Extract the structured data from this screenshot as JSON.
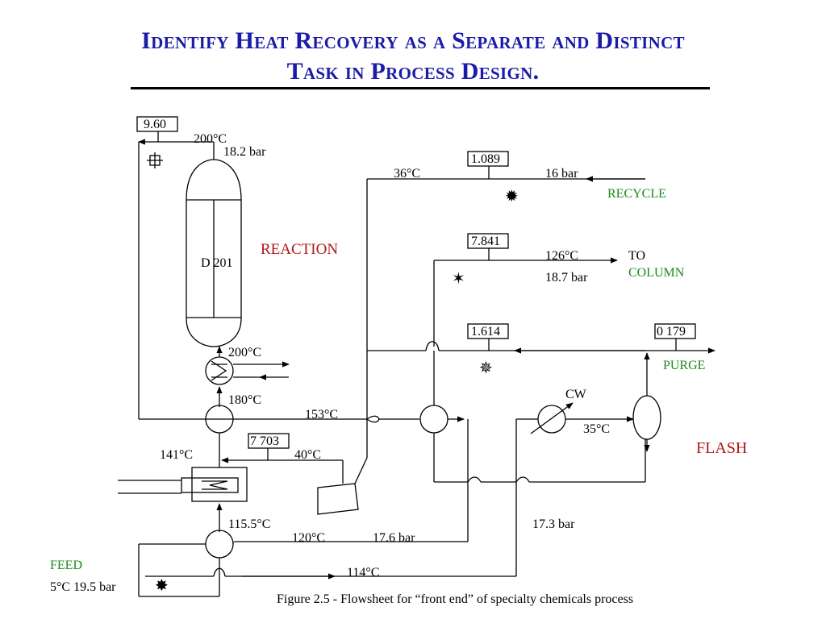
{
  "title": {
    "line1": "Identify Heat Recovery as a Separate and Distinct",
    "line2": "Task in Process Design."
  },
  "flowsheet": {
    "boxes": {
      "reactor_duty": "9.60",
      "recycle_duty": "1.089",
      "column_duty": "7.841",
      "purge_duty_a": "1.614",
      "purge_duty_b": "0 179",
      "feed_duty": "7 703"
    },
    "labels": {
      "reactor_top_temp": "200°C",
      "reactor_pressure": "18.2 bar",
      "reactor_name": "D 201",
      "reaction": "REACTION",
      "recycle_temp": "36°C",
      "recycle_pressure": "16 bar",
      "recycle": "RECYCLE",
      "column_temp": "126°C",
      "column_pressure": "18.7 bar",
      "to": "TO",
      "column": "COLUMN",
      "heater_out_temp": "200°C",
      "heater_in_temp": "180°C",
      "purge": "PURGE",
      "cw": "CW",
      "exchanger_temp": "153°C",
      "cooler_temp": "35°C",
      "flash": "FLASH",
      "furnace_temp": "141°C",
      "compressor_temp": "40°C",
      "preheat_temp": "115.5°C",
      "mid_pressure": "17.3 bar",
      "feed_line_temp": "120°C",
      "feed_line_pressure": "17.6 bar",
      "feed": "FEED",
      "feed_conditions": "5°C 19.5 bar",
      "bottom_temp": "114°C"
    },
    "colors": {
      "title": "#1b1ba8",
      "stream_labels": "#1a8a1a",
      "section_labels": "#b01818"
    }
  },
  "caption": "Figure 2.5 - Flowsheet for “front end” of specialty chemicals process"
}
